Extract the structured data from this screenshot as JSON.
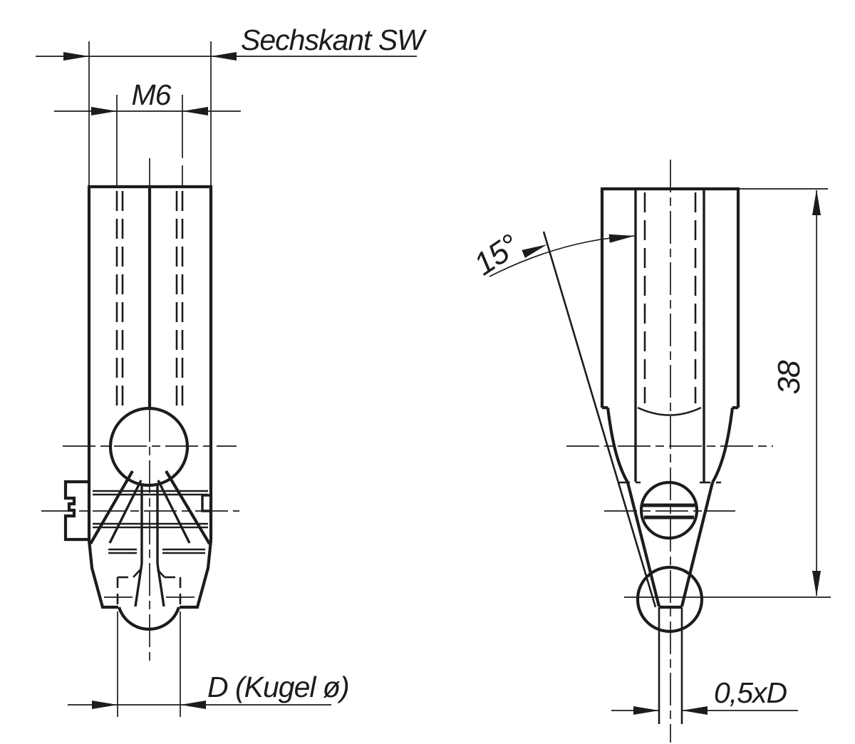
{
  "page": {
    "background": "#ffffff",
    "line_color": "#1c1c1c",
    "type": "technical-drawing",
    "views": [
      "front-view",
      "side-view"
    ]
  },
  "annotations": {
    "hex_width_label": "Sechskant SW",
    "thread_label": "M6",
    "ball_diameter_label": "D (Kugel ø)",
    "angle_label": "15°",
    "length_label": "38",
    "tip_width_label": "0,5xD"
  }
}
